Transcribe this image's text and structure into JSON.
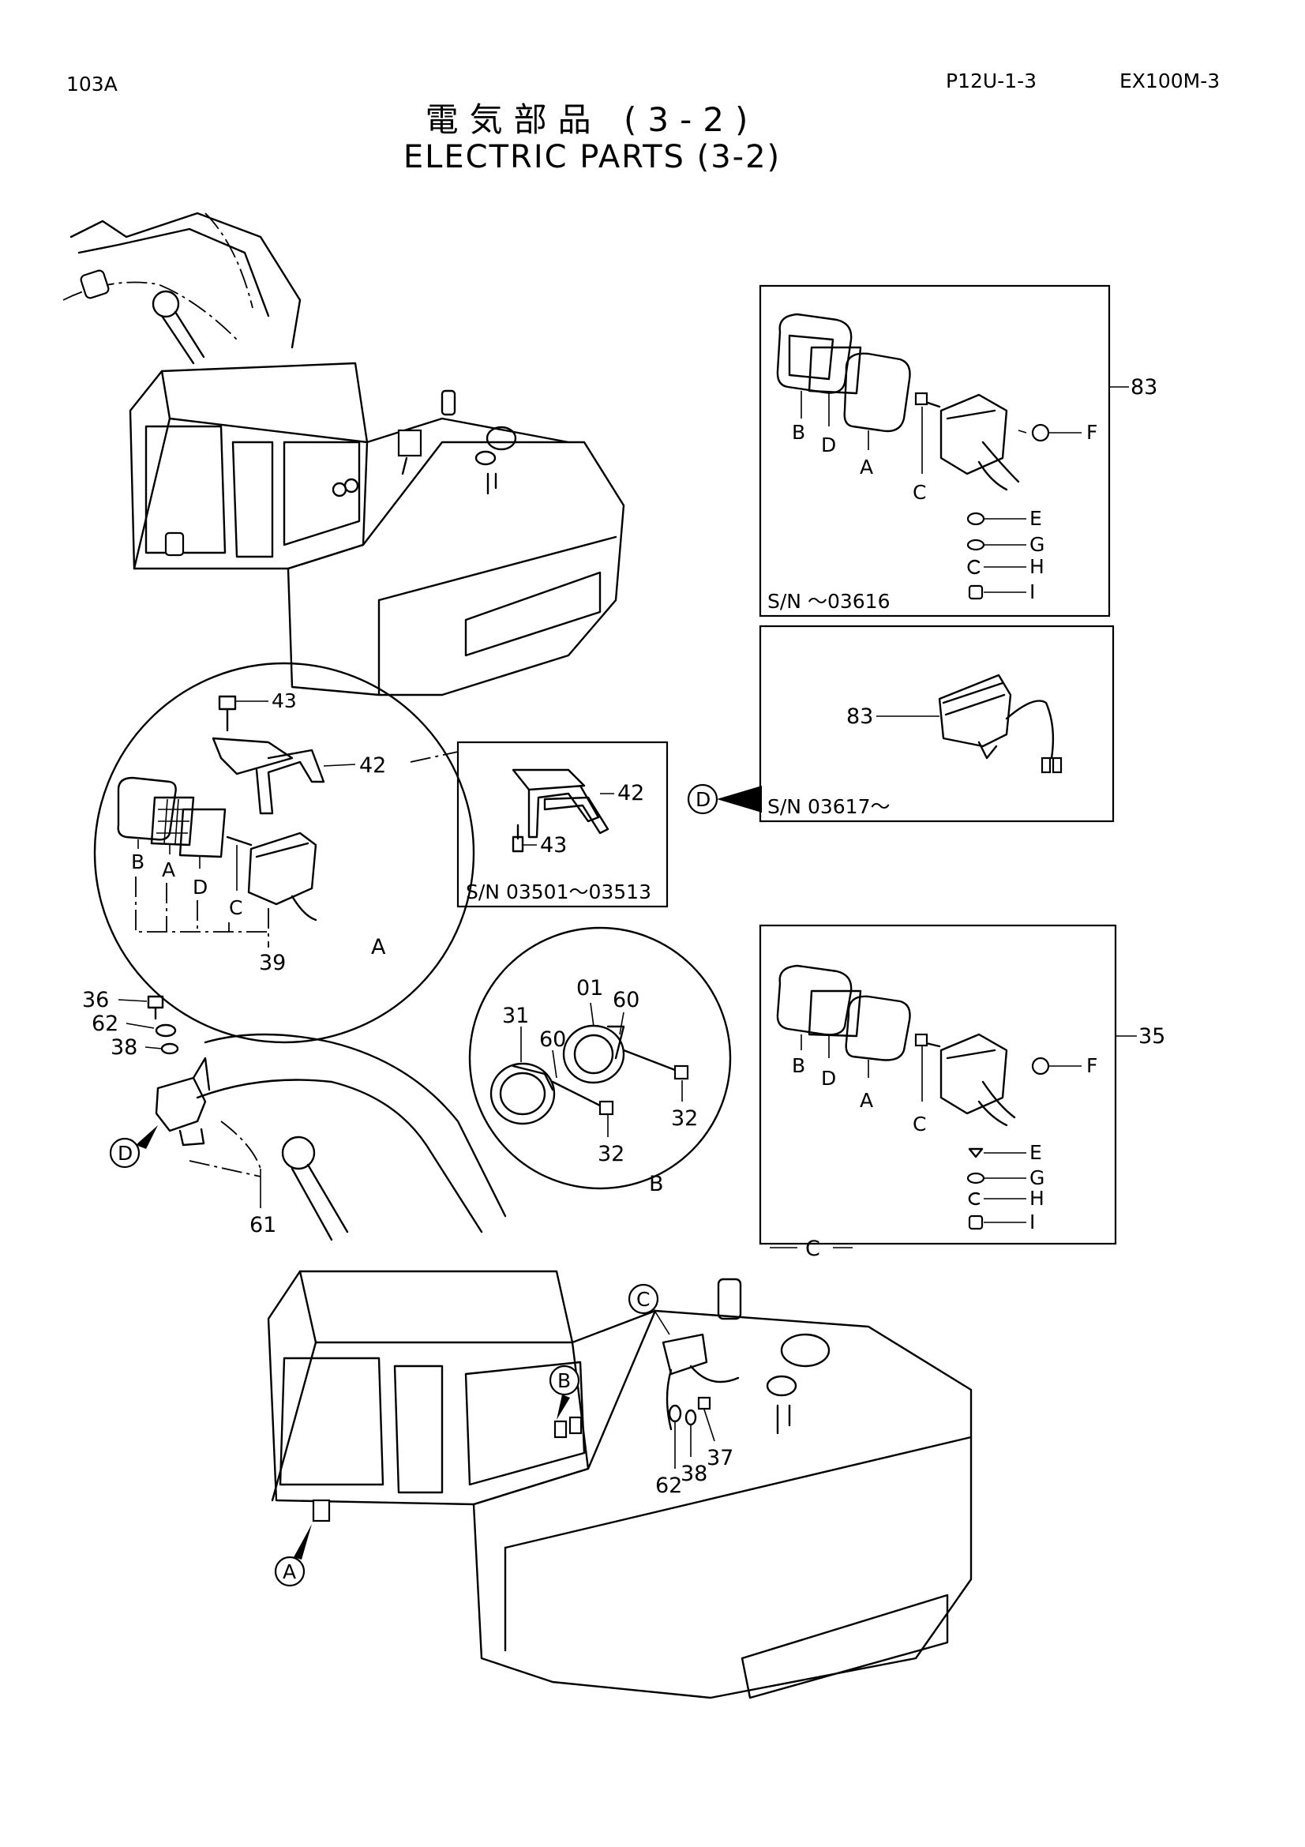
{
  "header": {
    "page_code": "103A",
    "ref": "P12U-1-3",
    "model": "EX100M-3",
    "title_jp": "電気部品 (3-2)",
    "title_en": "ELECTRIC PARTS (3-2)"
  },
  "panel_83_old": {
    "number": "83",
    "serial": "S/N ～03616",
    "labels": {
      "B": "B",
      "D": "D",
      "A": "A",
      "C": "C",
      "F": "F",
      "E": "E",
      "G": "G",
      "H": "H",
      "I": "I"
    }
  },
  "panel_83_new": {
    "number": "83",
    "serial": "S/N 03617～",
    "callout": "D"
  },
  "detail_a": {
    "numbers": {
      "n43": "43",
      "n42": "42",
      "n39": "39"
    },
    "labels": {
      "B": "B",
      "A": "A",
      "D": "D",
      "C": "C"
    },
    "detail_label": "A"
  },
  "detail_inset": {
    "numbers": {
      "n42": "42",
      "n43": "43"
    },
    "serial": "S/N 03501～03513"
  },
  "detail_b": {
    "numbers": {
      "n31": "31",
      "n01": "01",
      "n60a": "60",
      "n60b": "60",
      "n32a": "32",
      "n32b": "32"
    },
    "detail_label": "B"
  },
  "panel_35": {
    "number": "35",
    "labels": {
      "B": "B",
      "D": "D",
      "A": "A",
      "C": "C",
      "F": "F",
      "E": "E",
      "G": "G",
      "H": "H",
      "I": "I"
    },
    "detail_label": "C"
  },
  "boom_light": {
    "numbers": {
      "n36": "36",
      "n62": "62",
      "n38": "38",
      "n61": "61"
    },
    "callout": "D"
  },
  "machine_bottom": {
    "callouts": {
      "C": "C",
      "B": "B",
      "A": "A"
    },
    "numbers": {
      "n62": "62",
      "n38": "38",
      "n37": "37"
    }
  }
}
